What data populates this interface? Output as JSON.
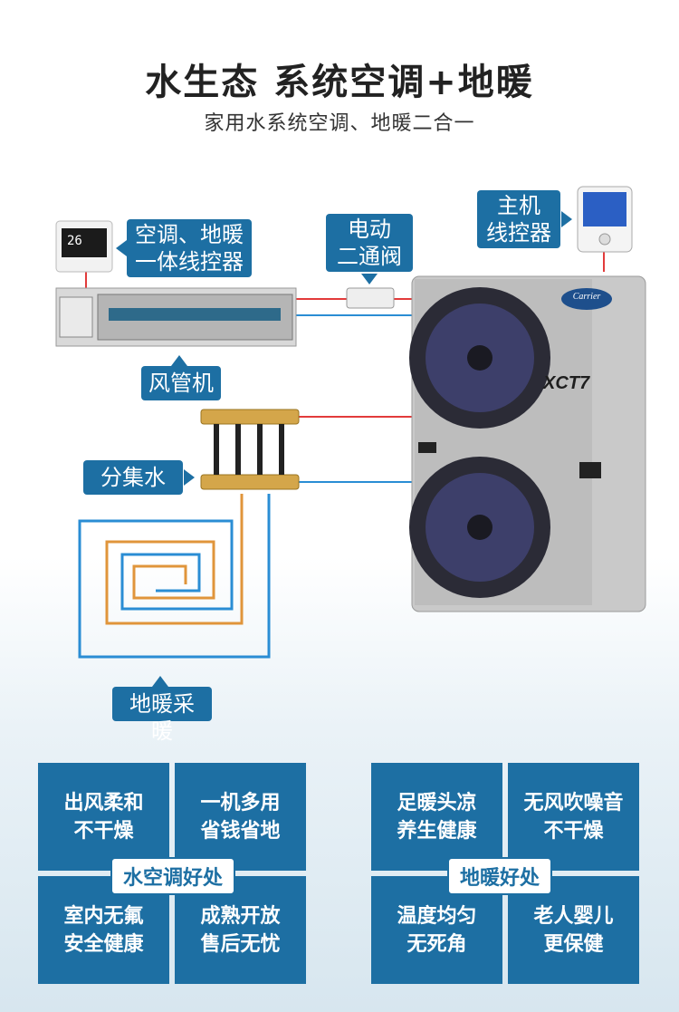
{
  "header": {
    "title": "水生态 系统空调+地暖",
    "subtitle": "家用水系统空调、地暖二合一"
  },
  "labels": {
    "combo_controller": [
      "空调、地暖",
      "一体线控器"
    ],
    "valve": [
      "电动",
      "二通阀"
    ],
    "main_controller": [
      "主机",
      "线控器"
    ],
    "duct_unit": "风管机",
    "manifold": "分集水器",
    "floor_heating": "地暖采暖"
  },
  "device": {
    "controller_display": "26",
    "brand": "Carrier",
    "model": "XCT7"
  },
  "panels": {
    "ac": {
      "badge": "水空调好处",
      "cells": [
        [
          "出风柔和",
          "不干燥"
        ],
        [
          "一机多用",
          "省钱省地"
        ],
        [
          "室内无氟",
          "安全健康"
        ],
        [
          "成熟开放",
          "售后无忧"
        ]
      ]
    },
    "heating": {
      "badge": "地暖好处",
      "cells": [
        [
          "足暖头凉",
          "养生健康"
        ],
        [
          "无风吹噪音",
          "不干燥"
        ],
        [
          "温度均匀",
          "无死角"
        ],
        [
          "老人婴儿",
          "更保健"
        ]
      ]
    }
  },
  "colors": {
    "accent": "#1d6fa3",
    "hot_pipe": "#e23b3b",
    "cold_pipe": "#2a8dd4"
  }
}
